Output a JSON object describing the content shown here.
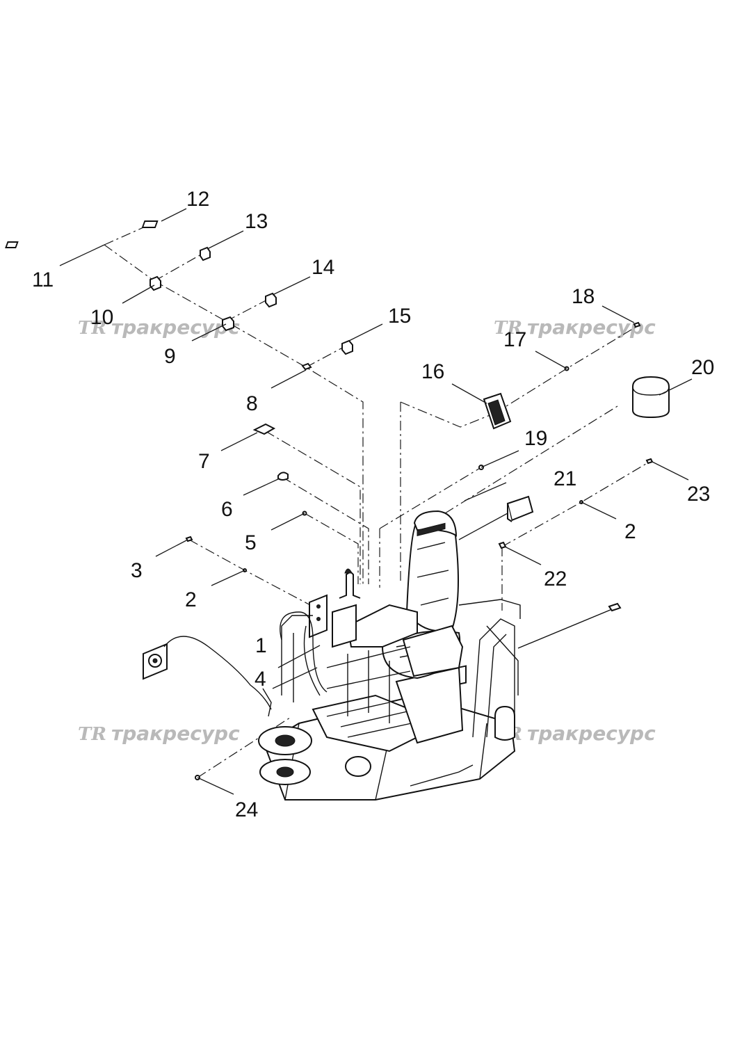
{
  "watermark": {
    "mark": "TR",
    "text": "тракресурс"
  },
  "callouts": [
    "1",
    "2",
    "3",
    "4",
    "5",
    "6",
    "7",
    "8",
    "9",
    "10",
    "11",
    "12",
    "13",
    "14",
    "15",
    "16",
    "17",
    "18",
    "19",
    "20",
    "21",
    "22",
    "23",
    "24"
  ],
  "colors": {
    "ink": "#111111",
    "watermark": "#b9b9b9",
    "background": "#ffffff"
  }
}
